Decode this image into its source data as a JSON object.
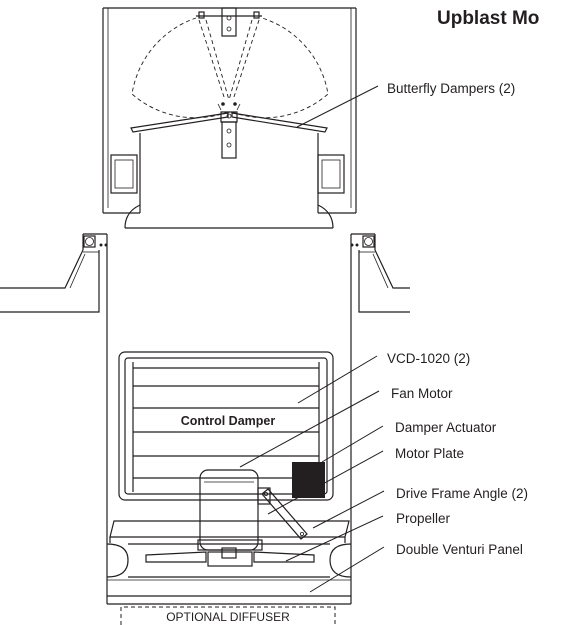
{
  "title": "Upblast Mo",
  "labels": {
    "butterfly_dampers": "Butterfly Dampers (2)",
    "vcd": "VCD-1020 (2)",
    "fan_motor": "Fan Motor",
    "damper_actuator": "Damper Actuator",
    "motor_plate": "Motor Plate",
    "drive_frame_angle": "Drive Frame Angle (2)",
    "propeller": "Propeller",
    "double_venturi": "Double Venturi Panel",
    "control_damper": "Control Damper",
    "optional_diffuser": "OPTIONAL DIFFUSER"
  }
}
